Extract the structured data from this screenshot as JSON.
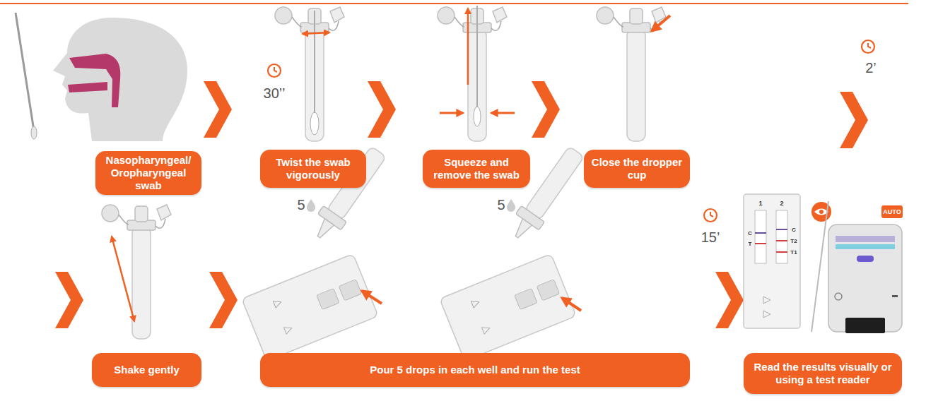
{
  "diagram": {
    "nodes": [
      {
        "text": [
          "Nasopharyngeal/ Oropharyngeal swab"
        ]
      },
      {
        "text": [
          "Twist the swab vigorously"
        ]
      },
      {
        "text": [
          "Squeeze and remove the swab"
        ]
      },
      {
        "text": [
          "Close the dropper cup"
        ]
      },
      {
        "text": [
          "Shake gently"
        ]
      },
      {
        "text": [
          "Pour 5 drops in each well and run the test"
        ]
      },
      {
        "text": [
          "Read the results visually or using a test reader"
        ]
      }
    ],
    "labels": [
      "30’’",
      "2’",
      "5",
      "5",
      "15’",
      "1",
      "2",
      "C",
      "T",
      "C",
      "T2",
      "T1",
      "AUTO"
    ]
  }
}
